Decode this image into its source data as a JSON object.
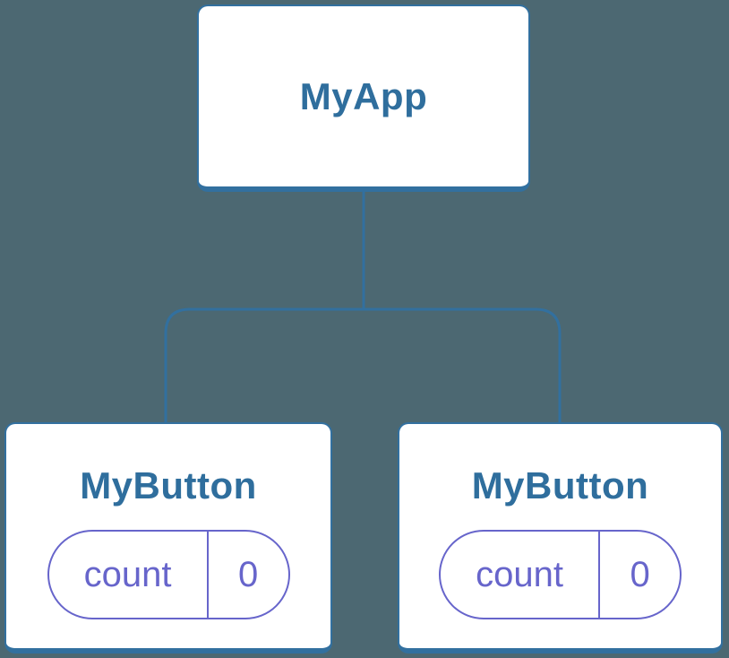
{
  "diagram_type": "component-tree",
  "colors": {
    "background": "#4C6872",
    "node_background": "#FFFFFF",
    "node_border_blue": "#32709F",
    "node_title_blue": "#2F6E9D",
    "connector_blue": "#32709F",
    "state_indigo": "#6765CB"
  },
  "tree": {
    "root": {
      "label": "MyApp"
    },
    "children": [
      {
        "label": "MyButton",
        "state": {
          "key": "count",
          "value": "0"
        }
      },
      {
        "label": "MyButton",
        "state": {
          "key": "count",
          "value": "0"
        }
      }
    ]
  }
}
